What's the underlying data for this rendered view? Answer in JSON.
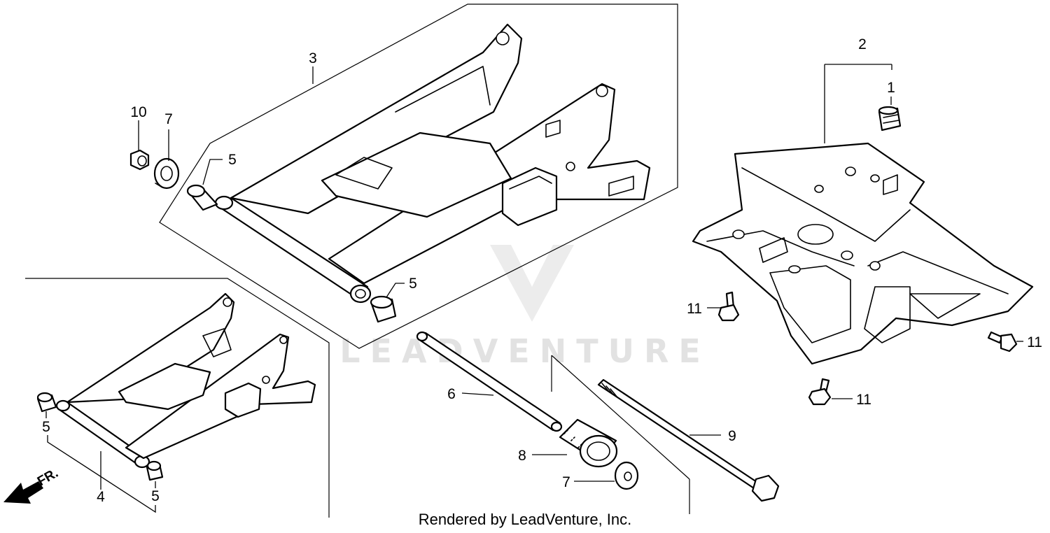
{
  "watermark": {
    "text": "LEADVENTURE"
  },
  "footer": {
    "credit": "Rendered by LeadVenture, Inc."
  },
  "direction": {
    "label": "FR."
  },
  "callouts": {
    "c1": "1",
    "c2": "2",
    "c3": "3",
    "c4": "4",
    "c5a": "5",
    "c5b": "5",
    "c5c": "5",
    "c5d": "5",
    "c6": "6",
    "c7a": "7",
    "c7b": "7",
    "c8": "8",
    "c9": "9",
    "c10": "10",
    "c11a": "11",
    "c11b": "11",
    "c11c": "11"
  }
}
